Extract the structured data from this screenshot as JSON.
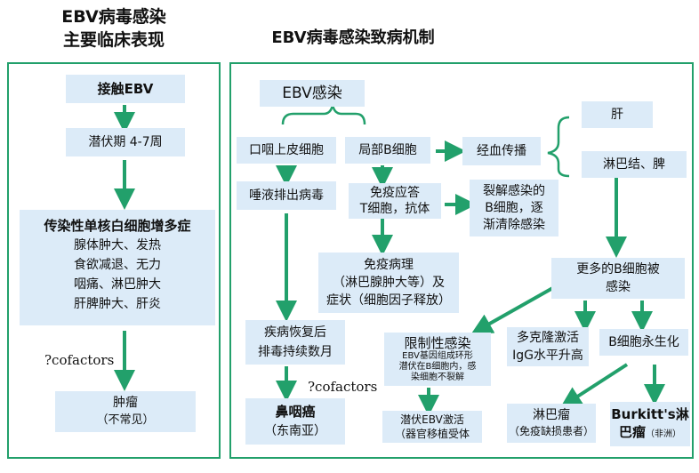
{
  "left": {
    "title_line1": "EBV病毒感染",
    "title_line2": "主要临床表现",
    "contact": "接触EBV",
    "incubation": "潜伏期 4-7周",
    "mono_title": "传染性单核白细胞增多症",
    "mono_items": [
      "腺体肿大、发热",
      "食欲减退、无力",
      "咽痛、淋巴肿大",
      "肝脾肿大、肝炎"
    ],
    "cofactors": "?cofactors",
    "tumor": "肿瘤",
    "tumor_note": "（不常见）"
  },
  "right": {
    "title": "EBV病毒感染致病机制",
    "ebv_infection": "EBV感染",
    "oropharynx": "口咽上皮细胞",
    "local_b": "局部B细胞",
    "blood_spread": "经血传播",
    "liver": "肝",
    "lymph_spleen": "淋巴结、脾",
    "saliva": "唾液排出病毒",
    "immune_response_l1": "免疫应答",
    "immune_response_l2": "T细胞，抗体",
    "lytic_l1": "裂解感染的",
    "lytic_l2": "B细胞，逐",
    "lytic_l3": "渐清除感染",
    "immunopath_l1": "免疫病理",
    "immunopath_l2": "（淋巴腺肿大等）及",
    "immunopath_l3": "症状（细胞因子释放）",
    "more_b_l1": "更多的B细胞被",
    "more_b_l2": "感染",
    "recovery_l1": "疾病恢复后",
    "recovery_l2": "排毒持续数月",
    "restricted_title": "限制性感染",
    "restricted_note_l1": "EBV基因组成环形",
    "restricted_note_l2": "潜伏在B细胞内，感",
    "restricted_note_l3": "染细胞不裂解",
    "polyclonal_l1": "多克隆激活",
    "polyclonal_l2": "IgG水平升高",
    "immortal": "B细胞永生化",
    "cofactors": "?cofactors",
    "npc": "鼻咽癌",
    "npc_region": "（东南亚）",
    "latent_l1": "潜伏EBV激活",
    "latent_l2": "（器官移植受体",
    "lymphoma": "淋巴瘤",
    "lymphoma_note": "（免疫缺损患者）",
    "burkitt_l1": "Burkitt's淋",
    "burkitt_l2": "巴瘤",
    "burkitt_note": "（非洲）"
  },
  "colors": {
    "accent": "#22a06b",
    "box": "#dcebf8",
    "brace": "#22a06b"
  }
}
